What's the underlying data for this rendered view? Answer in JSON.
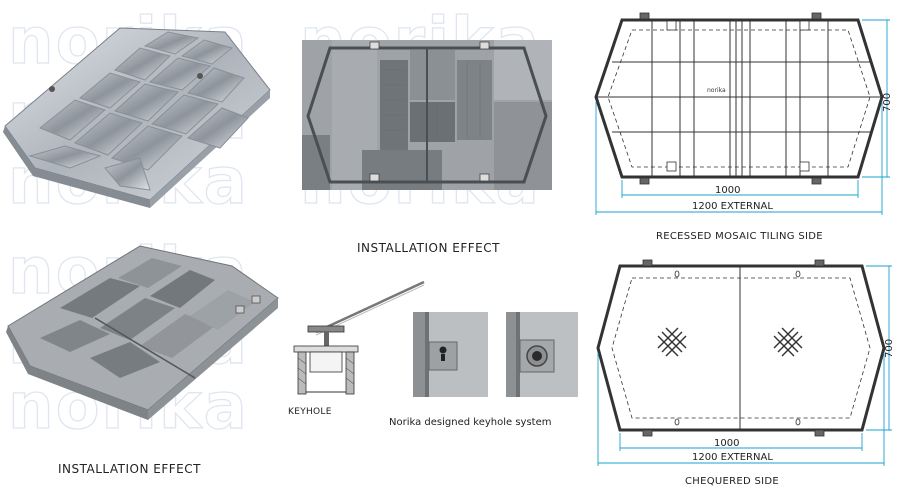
{
  "watermark": "norika",
  "captions": {
    "installation_effect_top": "INSTALLATION EFFECT",
    "recessed_side": "RECESSED MOSAIC TILING SIDE",
    "installation_effect_bottom": "INSTALLATION EFFECT",
    "keyhole": "KEYHOLE",
    "keyhole_system": "Norika designed keyhole system",
    "chequered_side": "CHEQUERED SIDE"
  },
  "drawing_top": {
    "dim_inner": "1000",
    "dim_outer": "1200 EXTERNAL",
    "dim_height": "700",
    "logo_text": "norika"
  },
  "drawing_bottom": {
    "dim_inner": "1000",
    "dim_outer": "1200 EXTERNAL",
    "dim_height": "700"
  },
  "colors": {
    "dimension": "#1aa0d0",
    "drawing_line": "#333333",
    "watermark_outline": "#dfe6f0"
  }
}
